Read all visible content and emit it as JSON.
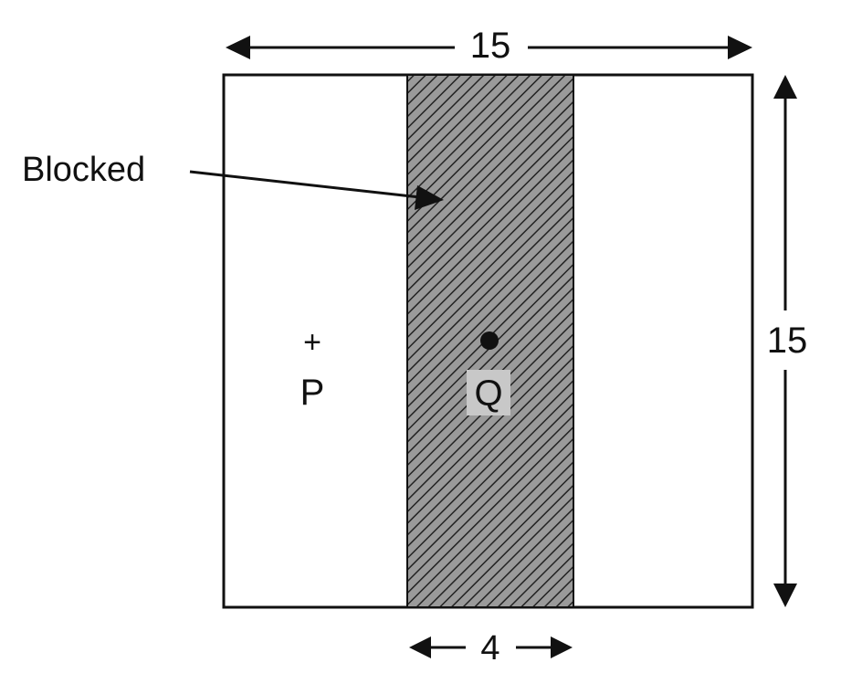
{
  "labels": {
    "width_dimension": "15",
    "height_dimension": "15",
    "blocked_width_dimension": "4",
    "blocked_region": "Blocked",
    "point_p": "P",
    "point_q": "Q"
  },
  "markers": {
    "p_marker": "+",
    "q_marker": "dot-icon"
  },
  "colors": {
    "outline": "#111111",
    "hatch_fill": "#9a9a9a",
    "hatch_lines": "#222222",
    "q_label_bg": "#c8c8c8"
  }
}
